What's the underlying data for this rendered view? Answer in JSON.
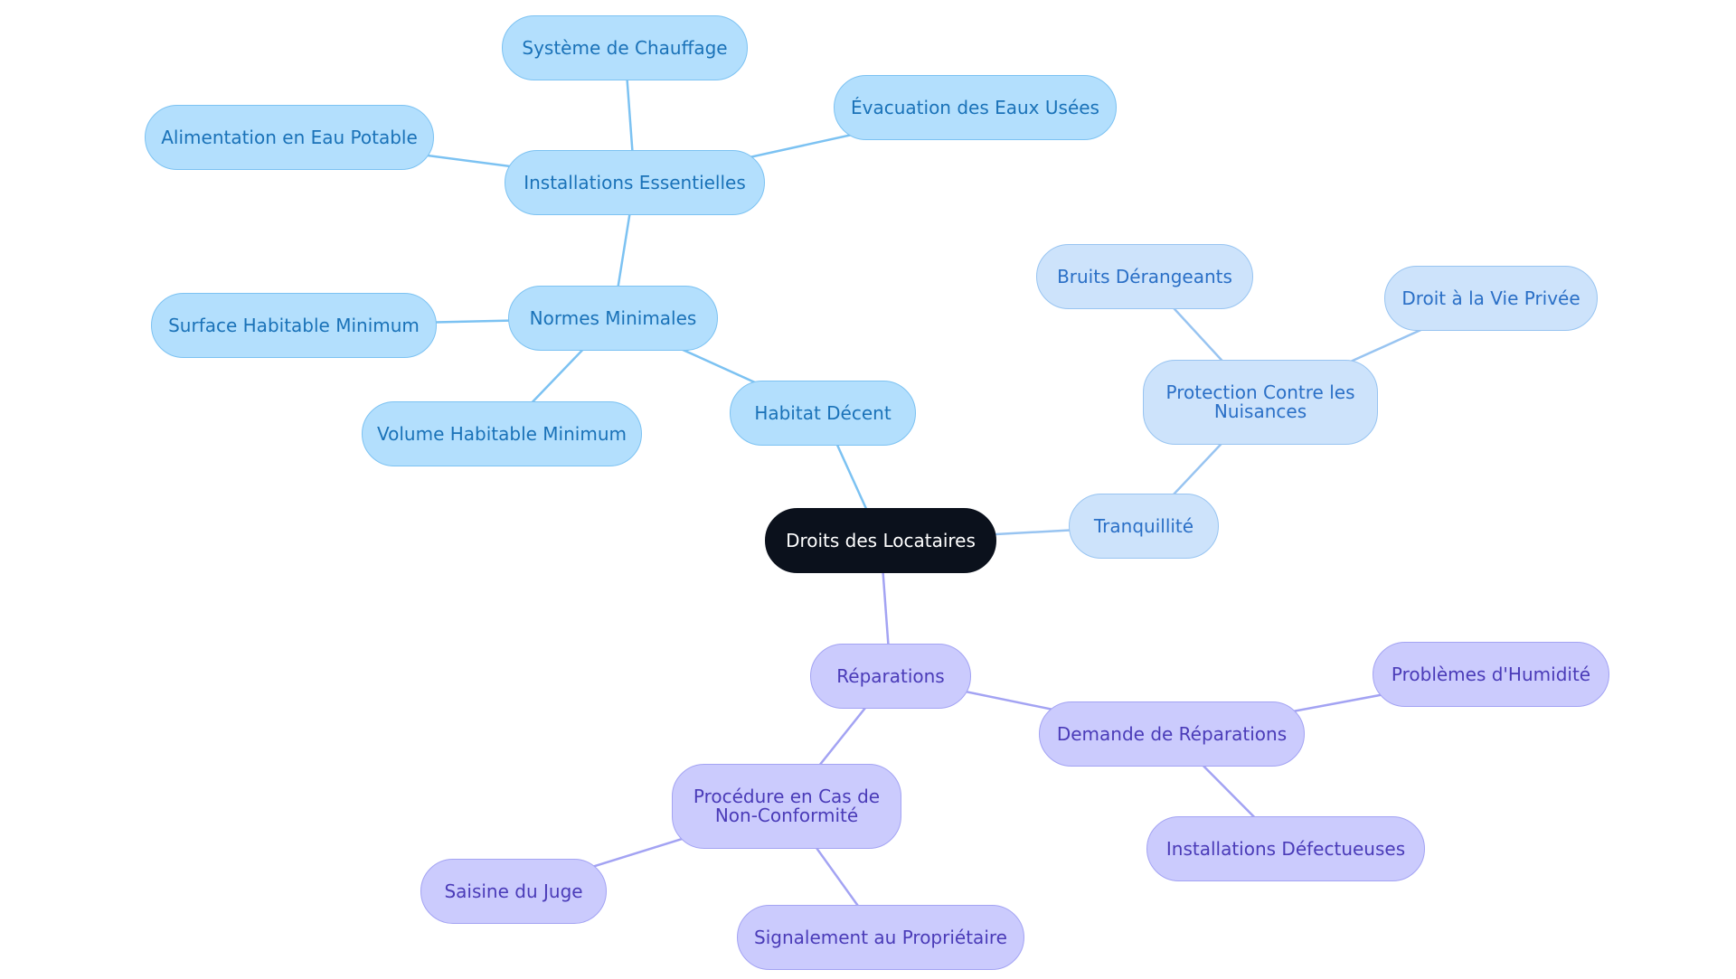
{
  "diagram": {
    "type": "mind-map",
    "colors": {
      "root_fill": "#0b111c",
      "root_text": "#ffffff",
      "branch_habitat_fill": "#b3dffd",
      "branch_habitat_stroke": "#7cc2f2",
      "branch_habitat_text": "#1a72b8",
      "branch_tranquillite_fill": "#cde3fb",
      "branch_tranquillite_stroke": "#98c4f1",
      "branch_tranquillite_text": "#2a6fc6",
      "branch_reparations_fill": "#cbcbfd",
      "branch_reparations_stroke": "#a3a3f3",
      "branch_reparations_text": "#4a3bb8"
    },
    "nodes": [
      {
        "id": "root",
        "label": "Droits des Locataires",
        "branch": "root"
      },
      {
        "id": "habitat",
        "label": "Habitat Décent",
        "branch": "habitat"
      },
      {
        "id": "normes",
        "label": "Normes Minimales",
        "branch": "habitat"
      },
      {
        "id": "installations",
        "label": "Installations Essentielles",
        "branch": "habitat"
      },
      {
        "id": "chauffage",
        "label": "Système de Chauffage",
        "branch": "habitat"
      },
      {
        "id": "eaux",
        "label": "Évacuation des Eaux Usées",
        "branch": "habitat"
      },
      {
        "id": "eau_potable",
        "label": "Alimentation en Eau Potable",
        "branch": "habitat"
      },
      {
        "id": "surface",
        "label": "Surface Habitable Minimum",
        "branch": "habitat"
      },
      {
        "id": "volume",
        "label": "Volume Habitable Minimum",
        "branch": "habitat"
      },
      {
        "id": "tranquillite",
        "label": "Tranquillité",
        "branch": "tranquillite"
      },
      {
        "id": "protection",
        "label": "Protection Contre les\nNuisances",
        "branch": "tranquillite"
      },
      {
        "id": "bruits",
        "label": "Bruits Dérangeants",
        "branch": "tranquillite"
      },
      {
        "id": "vie_privee",
        "label": "Droit à la Vie Privée",
        "branch": "tranquillite"
      },
      {
        "id": "reparations",
        "label": "Réparations",
        "branch": "reparations"
      },
      {
        "id": "demande",
        "label": "Demande de Réparations",
        "branch": "reparations"
      },
      {
        "id": "humidite",
        "label": "Problèmes d'Humidité",
        "branch": "reparations"
      },
      {
        "id": "defectueuses",
        "label": "Installations Défectueuses",
        "branch": "reparations"
      },
      {
        "id": "procedure",
        "label": "Procédure en Cas de\nNon-Conformité",
        "branch": "reparations"
      },
      {
        "id": "juge",
        "label": "Saisine du Juge",
        "branch": "reparations"
      },
      {
        "id": "signalement",
        "label": "Signalement au Propriétaire",
        "branch": "reparations"
      }
    ],
    "edges": [
      {
        "from": "root",
        "to": "habitat"
      },
      {
        "from": "habitat",
        "to": "normes"
      },
      {
        "from": "normes",
        "to": "installations"
      },
      {
        "from": "installations",
        "to": "chauffage"
      },
      {
        "from": "installations",
        "to": "eaux"
      },
      {
        "from": "installations",
        "to": "eau_potable"
      },
      {
        "from": "normes",
        "to": "surface"
      },
      {
        "from": "normes",
        "to": "volume"
      },
      {
        "from": "root",
        "to": "tranquillite"
      },
      {
        "from": "tranquillite",
        "to": "protection"
      },
      {
        "from": "protection",
        "to": "bruits"
      },
      {
        "from": "protection",
        "to": "vie_privee"
      },
      {
        "from": "root",
        "to": "reparations"
      },
      {
        "from": "reparations",
        "to": "demande"
      },
      {
        "from": "demande",
        "to": "humidite"
      },
      {
        "from": "demande",
        "to": "defectueuses"
      },
      {
        "from": "reparations",
        "to": "procedure"
      },
      {
        "from": "procedure",
        "to": "juge"
      },
      {
        "from": "procedure",
        "to": "signalement"
      }
    ]
  }
}
